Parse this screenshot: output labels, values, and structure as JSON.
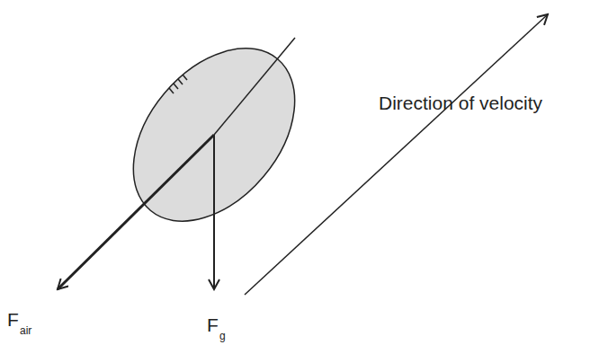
{
  "diagram": {
    "labels": [
      "F",
      "air",
      "F",
      "g",
      "Direction of velocity"
    ]
  }
}
